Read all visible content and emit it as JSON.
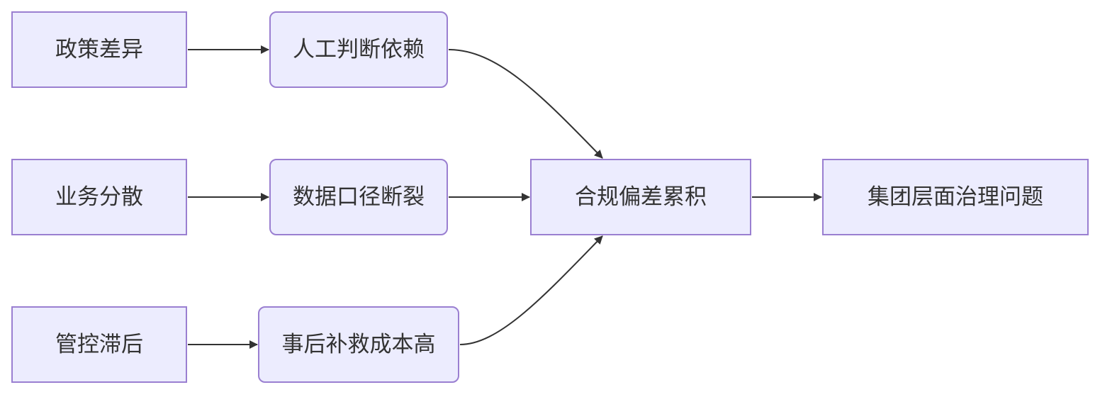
{
  "diagram": {
    "nodes": {
      "policy_diff": "政策差异",
      "manual_judgment": "人工判断依赖",
      "business_dispersed": "业务分散",
      "data_break": "数据口径断裂",
      "control_lag": "管控滞后",
      "post_remedy": "事后补救成本高",
      "compliance_deviation": "合规偏差累积",
      "group_governance": "集团层面治理问题"
    },
    "edges": [
      [
        "policy_diff",
        "manual_judgment"
      ],
      [
        "business_dispersed",
        "data_break"
      ],
      [
        "control_lag",
        "post_remedy"
      ],
      [
        "manual_judgment",
        "compliance_deviation"
      ],
      [
        "data_break",
        "compliance_deviation"
      ],
      [
        "post_remedy",
        "compliance_deviation"
      ],
      [
        "compliance_deviation",
        "group_governance"
      ]
    ],
    "colors": {
      "node_fill": "#ececfe",
      "node_border": "#9a7fd1",
      "text": "#333333",
      "edge": "#333333"
    }
  }
}
